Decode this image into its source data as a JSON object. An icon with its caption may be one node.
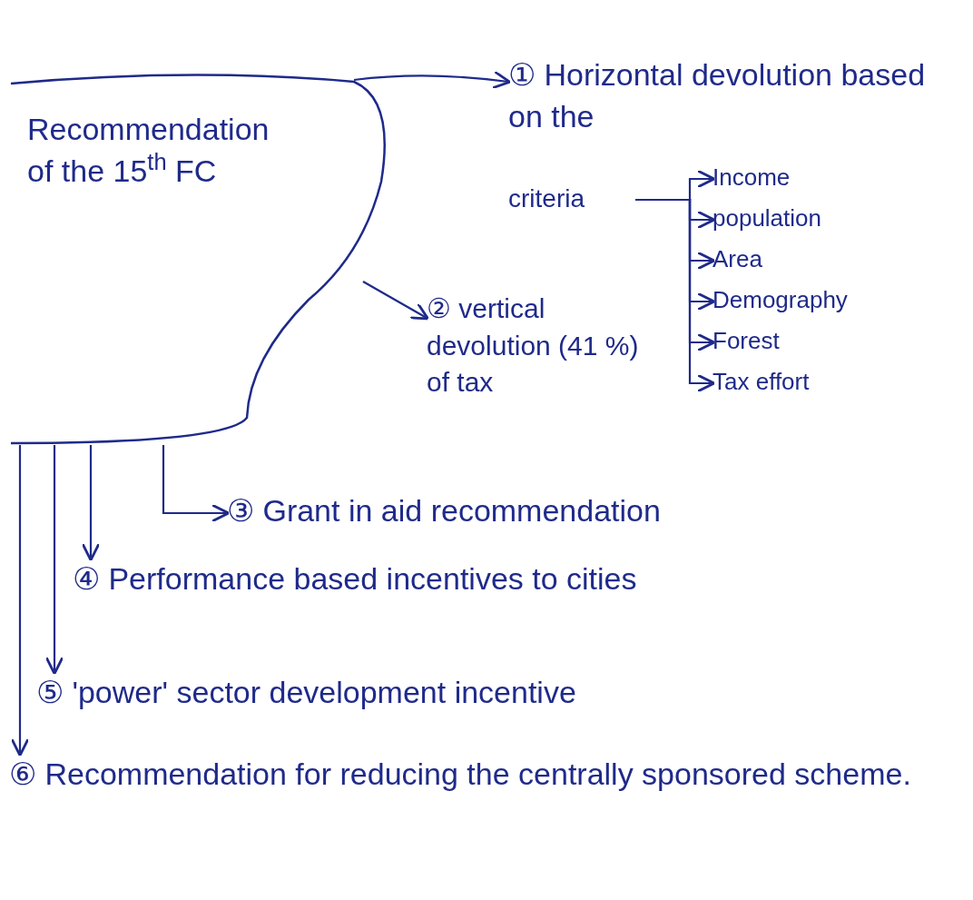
{
  "diagram": {
    "nodes": [
      {
        "text": [
          "Recommendation of the 15$^{th}$ FC"
        ]
      },
      {
        "text": [
          "① Horizontal devolution based on the"
        ]
      },
      {
        "text": [
          "criteria"
        ]
      },
      {
        "text": [
          "Income"
        ]
      },
      {
        "text": [
          "population"
        ]
      },
      {
        "text": [
          "Area"
        ]
      },
      {
        "text": [
          "Demography"
        ]
      },
      {
        "text": [
          "Forest"
        ]
      },
      {
        "text": [
          "Tax effort"
        ]
      },
      {
        "text": [
          "② vertical devolution (41 %) of tax"
        ]
      },
      {
        "text": [
          "③ Grant in aid recommendation"
        ]
      },
      {
        "text": [
          "④ Performance based incentives to cities"
        ]
      },
      {
        "text": [
          "⑤ 'power' sector development incentive"
        ]
      },
      {
        "text": [
          "⑥ Recommendation for reducing the centrally sponsored scheme."
        ]
      }
    ],
    "edges": [
      {
        "from": 0,
        "to": 1,
        "arrow": "to"
      },
      {
        "from": 0,
        "to": 9,
        "arrow": "to"
      },
      {
        "from": 2,
        "to": 3,
        "arrow": "to"
      },
      {
        "from": 2,
        "to": 4,
        "arrow": "to"
      },
      {
        "from": 2,
        "to": 5,
        "arrow": "to"
      },
      {
        "from": 2,
        "to": 6,
        "arrow": "to"
      },
      {
        "from": 2,
        "to": 7,
        "arrow": "to"
      },
      {
        "from": 2,
        "to": 8,
        "arrow": "to"
      },
      {
        "from": 0,
        "to": 10,
        "arrow": "to"
      },
      {
        "from": 0,
        "to": 11,
        "arrow": "to"
      },
      {
        "from": 0,
        "to": 12,
        "arrow": "to"
      },
      {
        "from": 0,
        "to": 13,
        "arrow": "to"
      }
    ]
  }
}
